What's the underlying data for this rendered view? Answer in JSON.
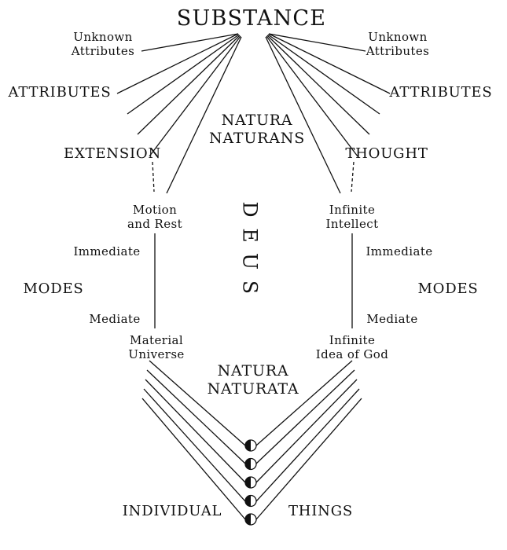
{
  "diagram": {
    "substance": "SUBSTANCE",
    "natura_naturans": "NATURA\nNATURANS",
    "natura_naturata": "NATURA\nNATURATA",
    "deus": [
      "D",
      "E",
      "U",
      "S"
    ],
    "left": {
      "unknown_attributes": "Unknown\nAttributes",
      "attributes": "ATTRIBUTES",
      "extension": "EXTENSION",
      "motion_and_rest": "Motion\nand Rest",
      "immediate": "Immediate",
      "modes": "MODES",
      "mediate": "Mediate",
      "material_universe": "Material\nUniverse"
    },
    "right": {
      "unknown_attributes": "Unknown\nAttributes",
      "attributes": "ATTRIBUTES",
      "thought": "THOUGHT",
      "infinite_intellect": "Infinite\nIntellect",
      "immediate": "Immediate",
      "modes": "MODES",
      "mediate": "Mediate",
      "infinite_idea_of_god": "Infinite\nIdea of God"
    },
    "bottom": {
      "individual": "INDIVIDUAL",
      "things": "THINGS",
      "node_count": 5
    },
    "colors": {
      "ink": "#111111",
      "background": "#ffffff"
    }
  }
}
